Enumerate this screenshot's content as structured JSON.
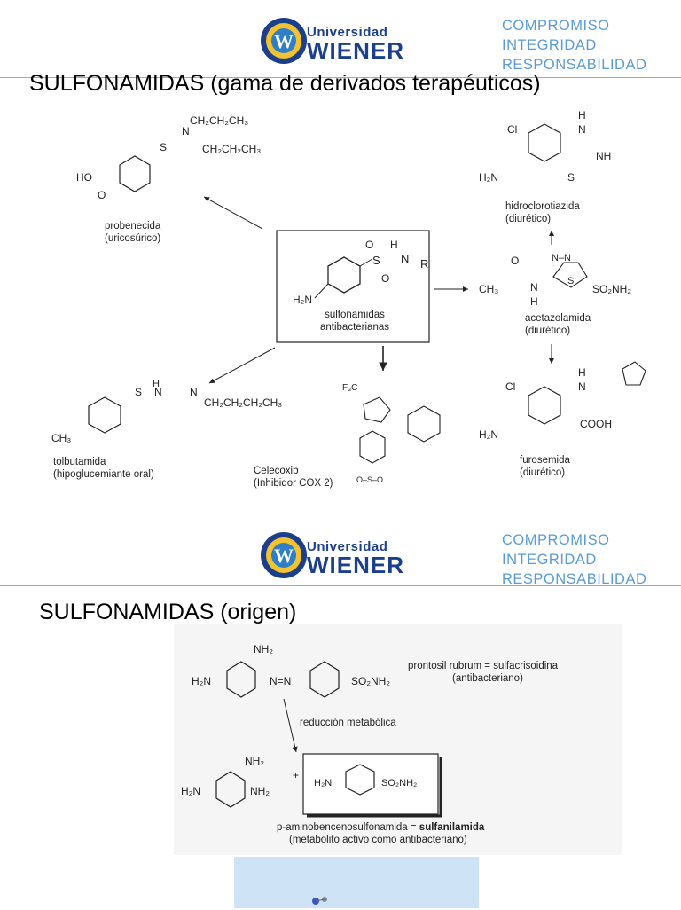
{
  "logo": {
    "university": "Universidad",
    "name": "WIENER"
  },
  "motto": [
    "COMPROMISO",
    "INTEGRIDAD",
    "RESPONSABILIDAD"
  ],
  "slide1": {
    "title": "SULFONAMIDAS (gama de derivados terapéuticos)",
    "center": {
      "line1": "sulfonamidas",
      "line2": "antibacterianas"
    },
    "probenecida": {
      "name": "probenecida",
      "use": "(uricosúrico)"
    },
    "tolbutamida": {
      "name": "tolbutamida",
      "use": "(hipoglucemiante oral)"
    },
    "celecoxib": {
      "name": "Celecoxib",
      "use": "(Inhibidor COX 2)"
    },
    "hidroclorotiazida": {
      "name": "hidroclorotiazida",
      "use": "(diurético)"
    },
    "acetazolamida": {
      "name": "acetazolamida",
      "use": "(diurético)"
    },
    "furosemida": {
      "name": "furosemida",
      "use": "(diurético)"
    }
  },
  "slide2": {
    "title": "SULFONAMIDAS (origen)",
    "prontosil": {
      "line1": "prontosil rubrum = sulfacrisoidina",
      "line2": "(antibacteriano)"
    },
    "reduccion": "reducción metabólica",
    "sulfanilamida": {
      "prefix": "p-aminobencenosulfonamida = ",
      "bold": "sulfanilamida",
      "line2": "(metabolito activo como antibacteriano)"
    }
  }
}
